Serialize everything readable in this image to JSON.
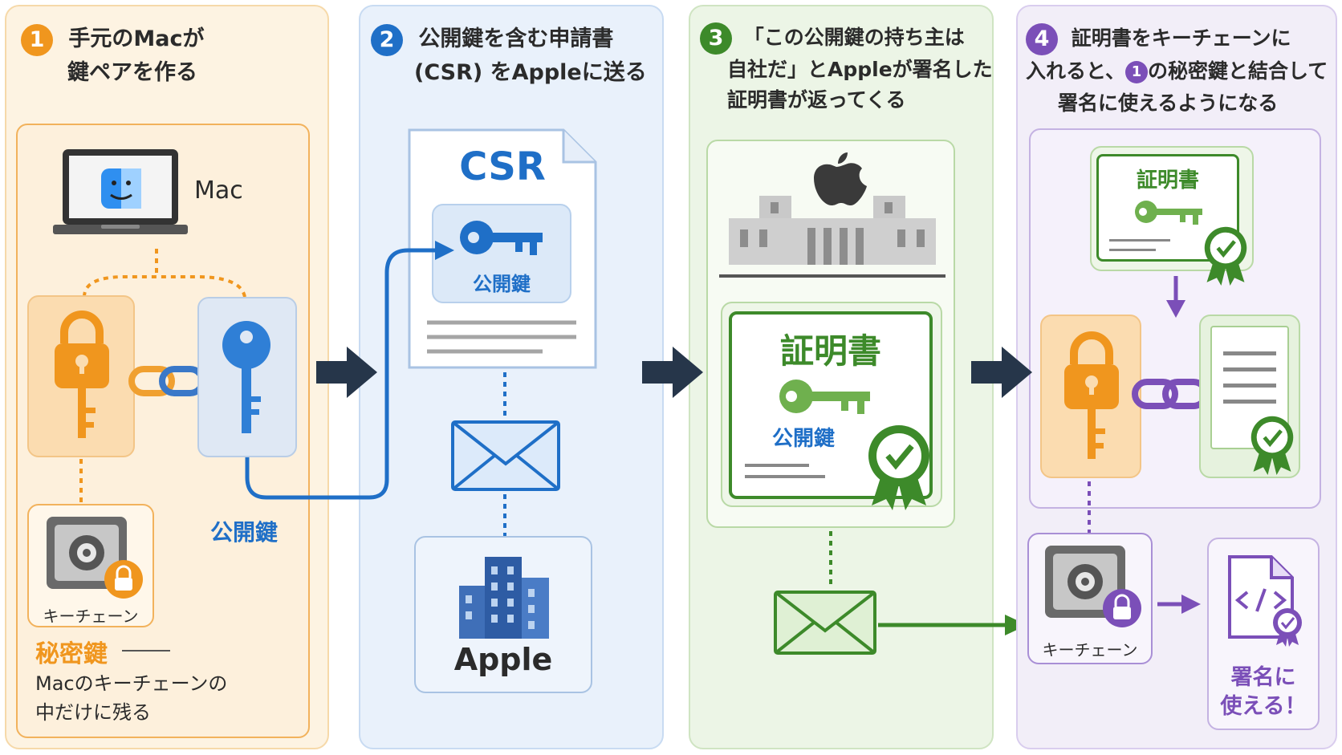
{
  "steps": [
    {
      "num": "1",
      "line1": "手元のMacが",
      "line2": "鍵ペアを作る"
    },
    {
      "num": "2",
      "line1": "公開鍵を含む申請書",
      "line2": "(CSR) をAppleに送る"
    },
    {
      "num": "3",
      "line1": "「この公開鍵の持ち主は",
      "line2": "自社だ」とAppleが署名した",
      "line3": "証明書が返ってくる"
    },
    {
      "num": "4",
      "line1": "証明書をキーチェーンに",
      "line2a": "入れると、",
      "line2num": "1",
      "line2b": "の秘密鍵と結合して",
      "line3": "署名に使えるようになる"
    }
  ],
  "panel1": {
    "mac_label": "Mac",
    "public_key_label": "公開鍵",
    "keychain_label": "キーチェーン",
    "private_key_title": "秘密鍵",
    "private_key_desc1": "Macのキーチェーンの",
    "private_key_desc2": "中だけに残る"
  },
  "panel2": {
    "csr_title": "CSR",
    "public_key_label": "公開鍵",
    "apple_label": "Apple"
  },
  "panel3": {
    "cert_title": "証明書",
    "public_key_label": "公開鍵"
  },
  "panel4": {
    "cert_title": "証明書",
    "keychain_label": "キーチェーン",
    "usable_line1": "署名に",
    "usable_line2": "使える！"
  },
  "colors": {
    "orange": "#f0961e",
    "blue": "#1f6fc7",
    "green": "#3d8a2a",
    "purple": "#7b4fb8",
    "navy": "#26364a"
  }
}
